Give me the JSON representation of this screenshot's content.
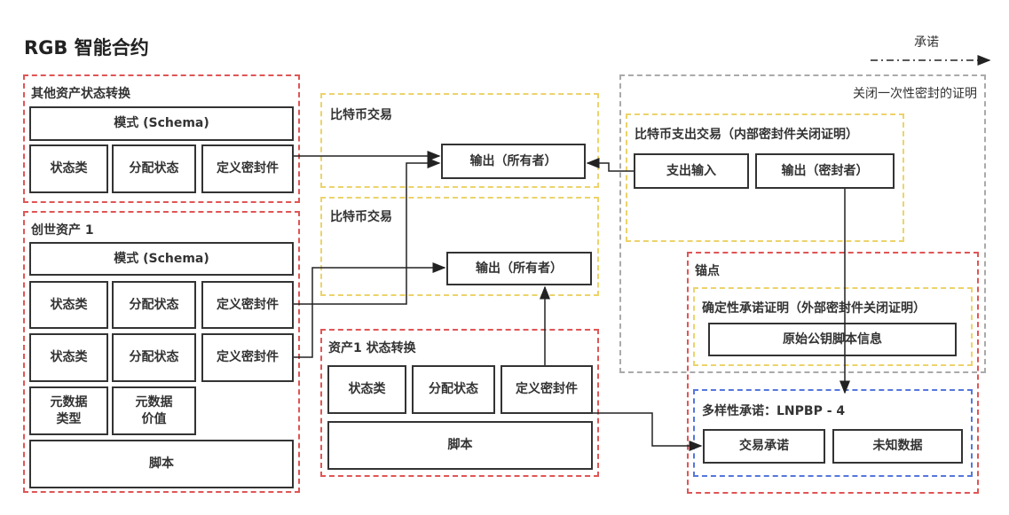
{
  "title": "RGB 智能合约",
  "legend": {
    "label": "承诺"
  },
  "other_asset": {
    "label": "其他资产状态转换",
    "schema": "模式 (Schema)",
    "state_class": "状态类",
    "assign_state": "分配状态",
    "def_seal": "定义密封件"
  },
  "genesis": {
    "label": "创世资产 1",
    "schema": "模式 (Schema)",
    "state_class": "状态类",
    "assign_state": "分配状态",
    "def_seal": "定义密封件",
    "meta_type": "元数据\n类型",
    "meta_value": "元数据\n价值",
    "script": "脚本"
  },
  "btc_tx1": {
    "label": "比特币交易",
    "output": "输出（所有者）"
  },
  "btc_tx2": {
    "label": "比特币交易",
    "output": "输出（所有者）"
  },
  "asset1": {
    "label": "资产1 状态转换",
    "state_class": "状态类",
    "assign_state": "分配状态",
    "def_seal": "定义密封件",
    "script": "脚本"
  },
  "proof": {
    "label": "关闭一次性密封的证明"
  },
  "spend_tx": {
    "label": "比特币支出交易（内部密封件关闭证明）",
    "input": "支出输入",
    "output": "输出（密封者）"
  },
  "anchor": {
    "label": "锚点"
  },
  "det_proof": {
    "label": "确定性承诺证明（外部密封件关闭证明）",
    "script_info": "原始公钥脚本信息"
  },
  "multi": {
    "label": "多样性承诺：LNPBP - 4",
    "tx_commit": "交易承诺",
    "unknown": "未知数据"
  }
}
